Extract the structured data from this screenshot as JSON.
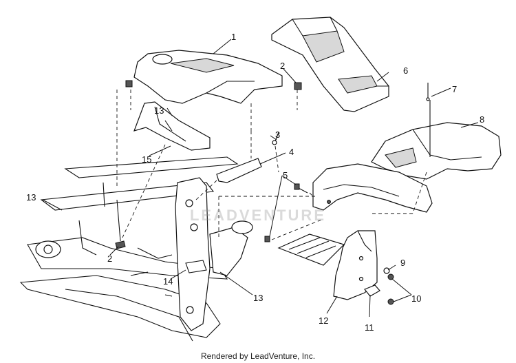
{
  "diagram": {
    "watermark": "LEADVENTURE",
    "footer": "Rendered by LeadVenture, Inc.",
    "callouts": {
      "c1": "1",
      "c2a": "2",
      "c2b": "2",
      "c3": "3",
      "c4": "4",
      "c5": "5",
      "c6": "6",
      "c7": "7",
      "c8": "8",
      "c9": "9",
      "c10": "10",
      "c11": "11",
      "c12": "12",
      "c13a": "13",
      "c13b": "13",
      "c13c": "13",
      "c14": "14",
      "c15": "15"
    }
  }
}
